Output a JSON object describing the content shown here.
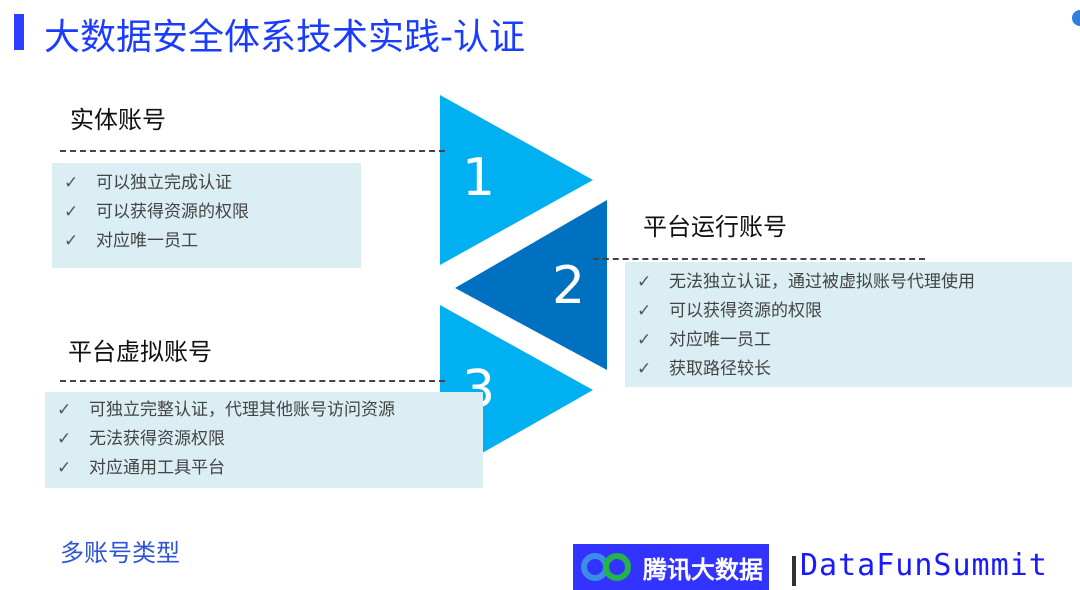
{
  "title": "大数据安全体系技术实践-认证",
  "sections": [
    {
      "number": "1",
      "heading": "实体账号",
      "items": [
        "可以独立完成认证",
        "可以获得资源的权限",
        "对应唯一员工"
      ]
    },
    {
      "number": "2",
      "heading": "平台运行账号",
      "items": [
        "无法独立认证，通过被虚拟账号代理使用",
        "可以获得资源的权限",
        "对应唯一员工",
        "获取路径较长"
      ]
    },
    {
      "number": "3",
      "heading": "平台虚拟账号",
      "items": [
        "可独立完整认证，代理其他账号访问资源",
        "无法获得资源权限",
        "对应通用工具平台"
      ]
    }
  ],
  "check_glyph": "✓",
  "footer": "多账号类型",
  "logos": {
    "tencent": "腾讯大数据",
    "datafun": "DataFunSummit"
  },
  "colors": {
    "light_triangle": "#00b0f0",
    "dark_triangle": "#0070c0",
    "box": "#daeef3",
    "title": "#1a3cff"
  }
}
